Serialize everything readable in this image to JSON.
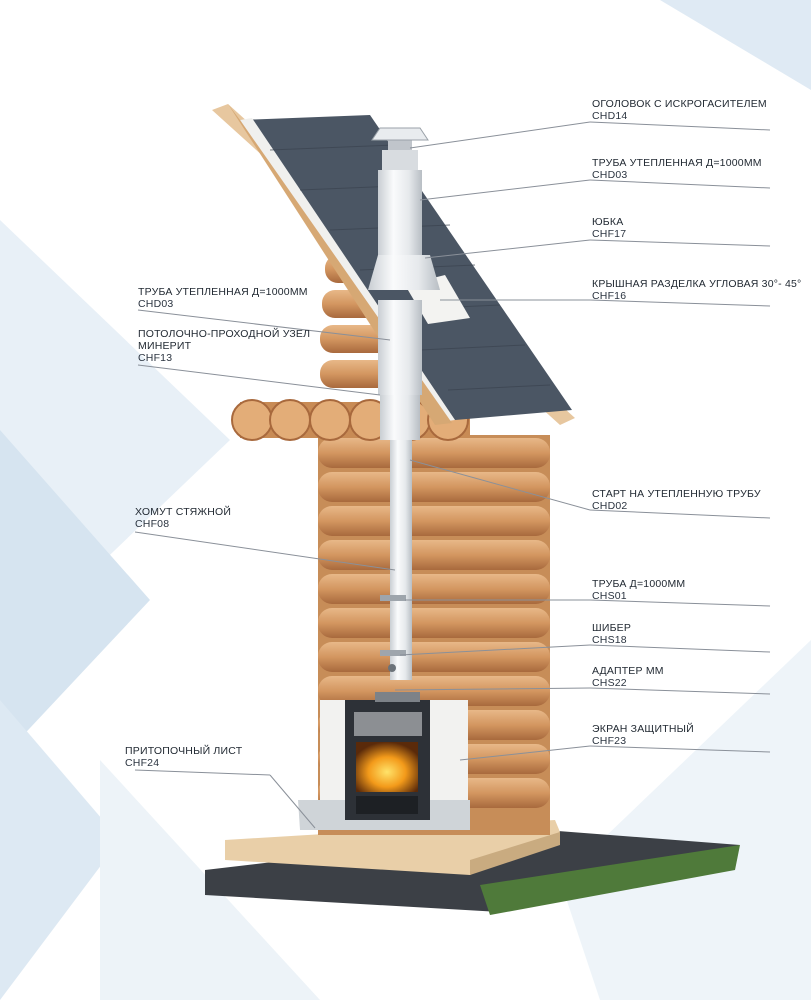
{
  "callouts": {
    "chd14": {
      "title": "ОГОЛОВОК С ИСКРОГАСИТЕЛЕМ",
      "code": "CHD14"
    },
    "chd03_top": {
      "title": "ТРУБА УТЕПЛЕННАЯ Д=1000ММ",
      "code": "CHD03"
    },
    "chf17": {
      "title": "ЮБКА",
      "code": "CHF17"
    },
    "chf16": {
      "title": "КРЫШНАЯ РАЗДЕЛКА УГЛОВАЯ 30°- 45°",
      "code": "CHF16"
    },
    "chd03_left": {
      "title": "ТРУБА УТЕПЛЕННАЯ Д=1000ММ",
      "code": "CHD03"
    },
    "chf13": {
      "title1": "ПОТОЛОЧНО-ПРОХОДНОЙ УЗЕЛ",
      "title2": "МИНЕРИТ",
      "code": "CHF13"
    },
    "chd02": {
      "title": "СТАРТ НА УТЕПЛЕННУЮ ТРУБУ",
      "code": "CHD02"
    },
    "chf08": {
      "title": "ХОМУТ СТЯЖНОЙ",
      "code": "CHF08"
    },
    "chs01": {
      "title": "ТРУБА Д=1000ММ",
      "code": "CHS01"
    },
    "chs18": {
      "title": "ШИБЕР",
      "code": "CHS18"
    },
    "chs22": {
      "title": "АДАПТЕР ММ",
      "code": "CHS22"
    },
    "chf23": {
      "title": "ЭКРАН ЗАЩИТНЫЙ",
      "code": "CHF23"
    },
    "chf24": {
      "title": "ПРИТОПОЧНЫЙ ЛИСТ",
      "code": "CHF24"
    }
  },
  "colors": {
    "log": "#d9a06e",
    "log_dark": "#a5683e",
    "roof": "#4a5563",
    "pipe": "#e4e7ea",
    "bg_triangles": "#e6eef6",
    "grass": "#4f7a3a"
  }
}
